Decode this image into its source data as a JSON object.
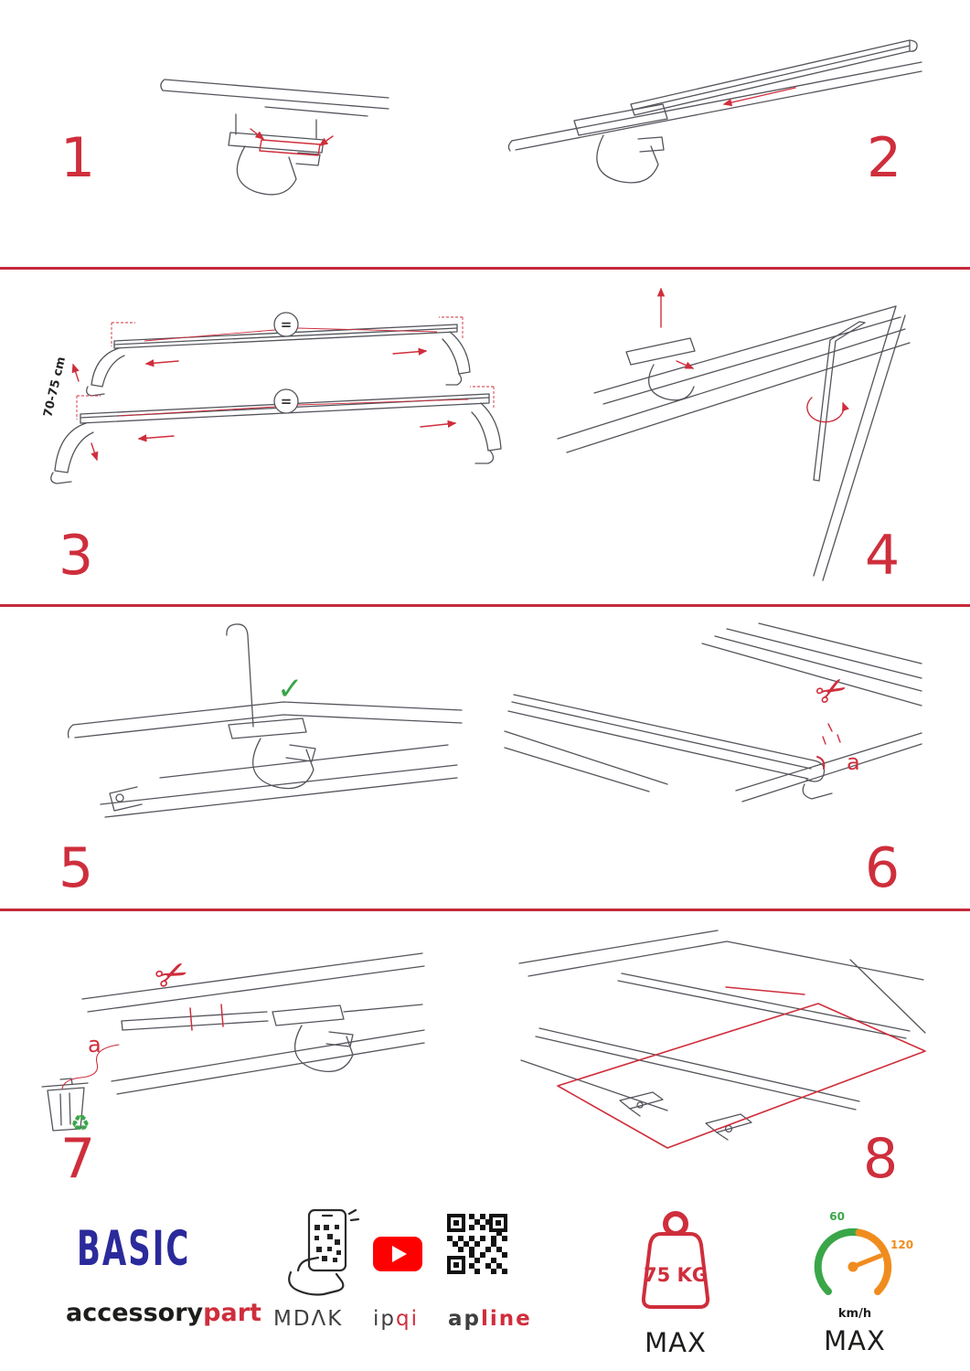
{
  "meta": {
    "accent_red": "#cf2e3c",
    "drawing_ink": "#54555c",
    "green": "#3aa648",
    "brand_blue": "#2b2a9b",
    "youtube_red": "#ff0000",
    "speed_orange": "#f08c1e"
  },
  "steps": [
    {
      "number": "1"
    },
    {
      "number": "2"
    },
    {
      "number": "3",
      "equal": "=",
      "dimension": "70-75 cm"
    },
    {
      "number": "4"
    },
    {
      "number": "5"
    },
    {
      "number": "6",
      "label": "a"
    },
    {
      "number": "7",
      "label": "a"
    },
    {
      "number": "8"
    }
  ],
  "icons": {
    "scissors": "✂",
    "check": "✓",
    "recycle": "♻"
  },
  "footer": {
    "brand": "BASIC",
    "wordmark_black": "accessory",
    "wordmark_red": "part",
    "partner1": "MDΛK",
    "partner2_black": "ip",
    "partner2_red": "qi",
    "partner3_black": "ap",
    "partner3_red": "line",
    "weight_value": "75 KG",
    "weight_max": "MAX",
    "speed_low": "60",
    "speed_high": "120",
    "speed_unit": "km/h",
    "speed_max": "MAX"
  }
}
